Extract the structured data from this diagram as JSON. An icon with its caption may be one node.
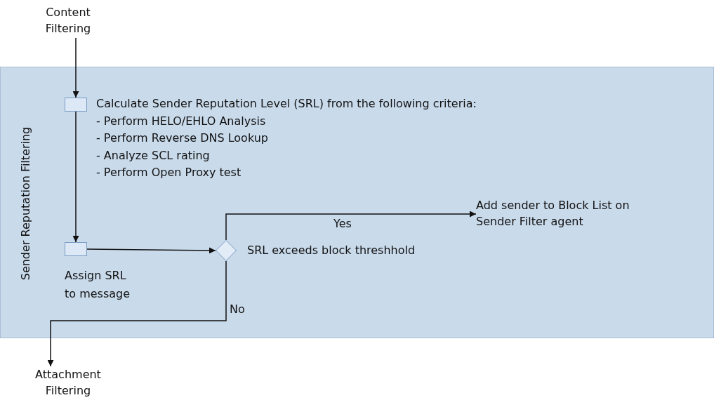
{
  "diagram": {
    "nodes": [
      {
        "text": [
          "Content Filtering"
        ]
      },
      {
        "text": [
          "Sender Reputation Filtering"
        ]
      },
      {
        "text": [],
        "shape": "box",
        "in": 1,
        "beside": [
          "Calculate Sender Reputation Level (SRL) from the following criteria:",
          "- Perform HELO/EHLO Analysis",
          "- Perform Reverse DNS Lookup",
          "- Analyze SCL rating",
          "- Perform Open Proxy test"
        ]
      },
      {
        "text": [],
        "shape": "box",
        "in": 1,
        "beside": [
          "Assign SRL to message"
        ]
      },
      {
        "text": [],
        "shape": "diamond",
        "in": 1,
        "beside": [
          "SRL exceeds block threshhold"
        ]
      },
      {
        "text": [
          "Add sender to Block List on Sender Filter agent"
        ],
        "in": 1
      },
      {
        "text": [
          "Attachment Filtering"
        ]
      }
    ],
    "edges": [
      {
        "from": 0,
        "to": 2,
        "arrow": "to"
      },
      {
        "from": 2,
        "to": 3,
        "arrow": "to"
      },
      {
        "from": 3,
        "to": 4,
        "arrow": "to"
      },
      {
        "from": 4,
        "to": 5,
        "arrow": "to",
        "label": "Yes"
      },
      {
        "from": 4,
        "to": 6,
        "arrow": "to",
        "label": "No"
      }
    ]
  }
}
